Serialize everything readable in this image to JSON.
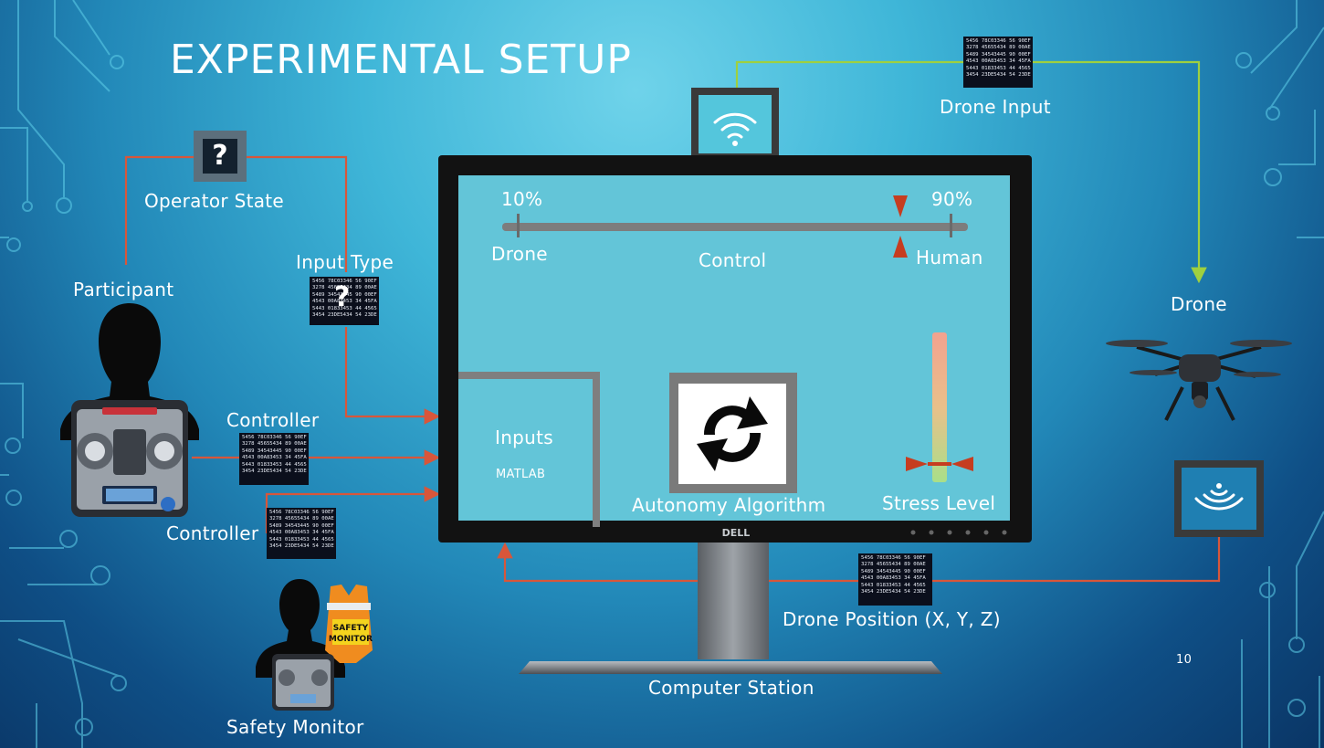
{
  "slide": {
    "title": "EXPERIMENTAL SETUP",
    "page_number": "10"
  },
  "labels": {
    "operator_state": "Operator State",
    "participant": "Participant",
    "input_type": "Input Type",
    "controller_1": "Controller",
    "controller_2": "Controller",
    "safety_monitor": "Safety Monitor",
    "drone_input": "Drone Input",
    "drone": "Drone",
    "drone_position": "Drone Position (X, Y, Z)",
    "computer_station": "Computer Station"
  },
  "screen": {
    "pct_left": "10%",
    "pct_right": "90%",
    "label_left": "Drone",
    "label_right": "Human",
    "control": "Control",
    "inputs": "Inputs",
    "matlab": "MATLAB",
    "autonomy_algorithm": "Autonomy Algorithm",
    "stress_level": "Stress Level",
    "monitor_brand": "DELL"
  },
  "question_mark": "?",
  "vest_text_1": "SAFETY",
  "vest_text_2": "MONITOR",
  "hex_rows": [
    "5456 78C03346 56 90EF",
    "3278 45655434 89 00AE",
    "5489 34543445 90 00EF",
    "4543 00A83453 34 45FA",
    "5443 01833453 44 4565",
    "3454 23DE5434 54 23DE"
  ],
  "colors": {
    "arrow_red": "#d8563a",
    "arrow_green": "#9fd03f",
    "screen_blue": "#63c5d8",
    "bezel": "#121212"
  }
}
